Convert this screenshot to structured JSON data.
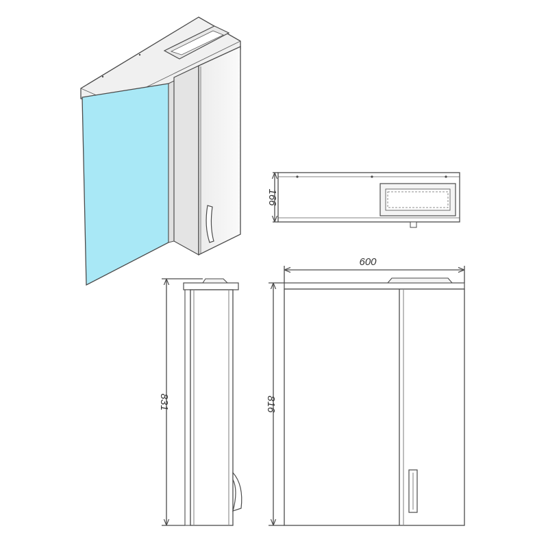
{
  "dimensions": {
    "depth": "166",
    "width": "600",
    "height_side": "831",
    "height_front": "816"
  },
  "colors": {
    "mirror": "#a9e8f6",
    "cabinet": "#f4f4f4",
    "lines": "#4a4a4a"
  }
}
